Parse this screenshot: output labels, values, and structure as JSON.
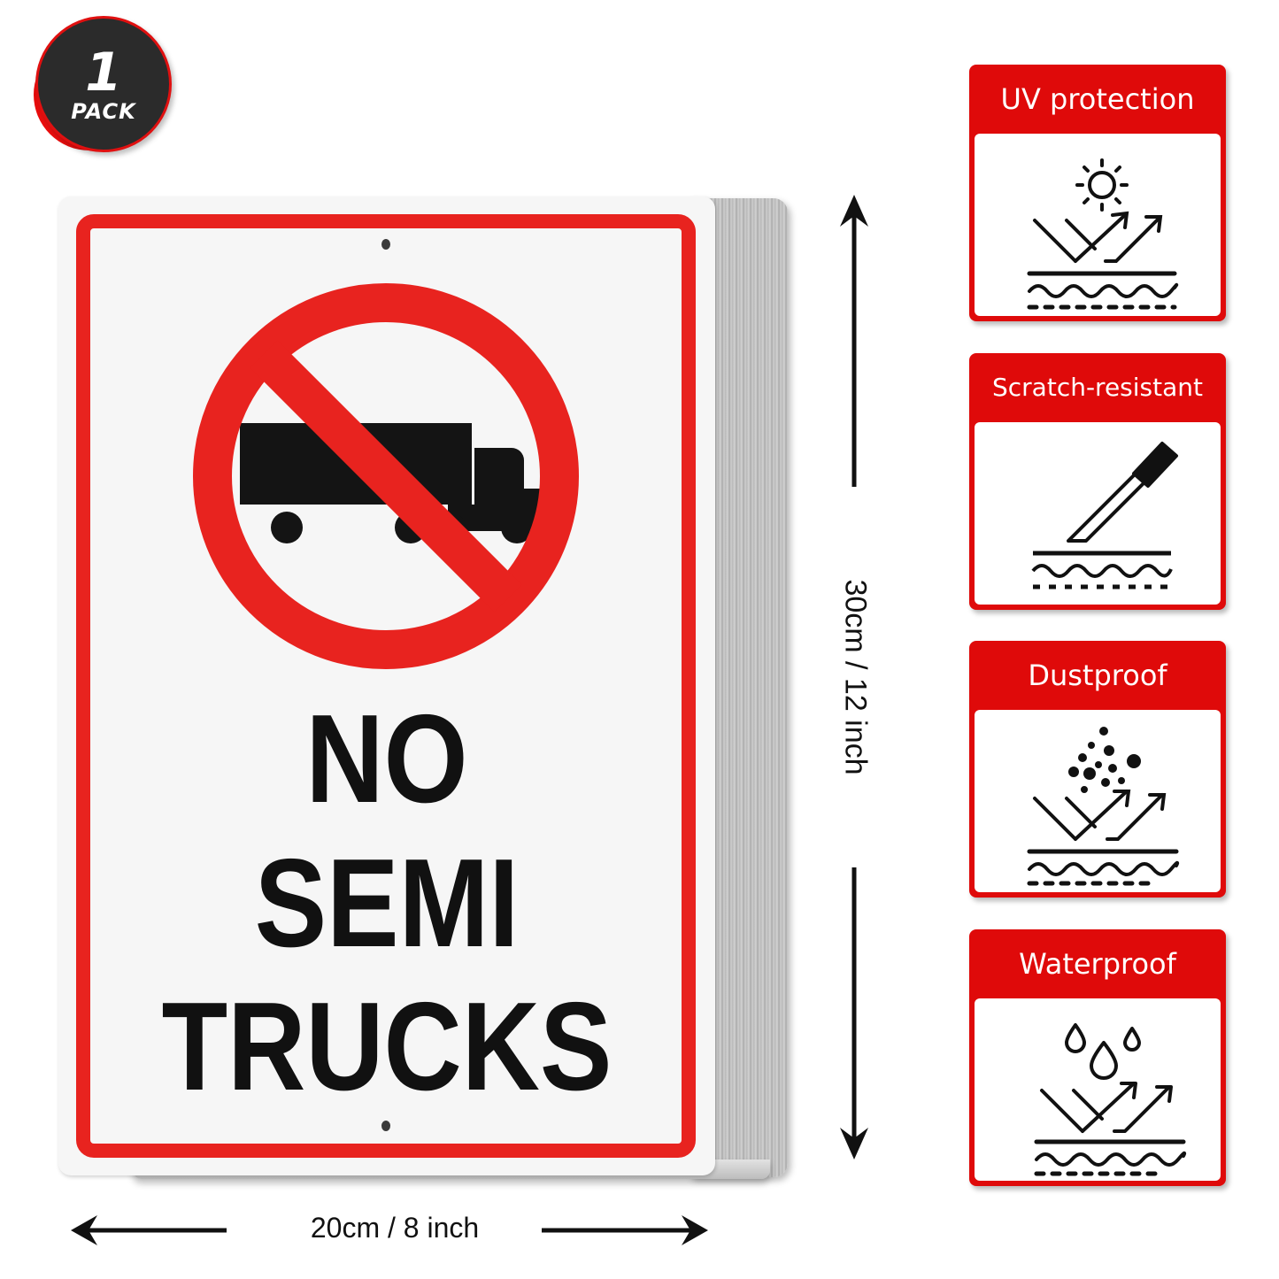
{
  "badge": {
    "number": "1",
    "label": "PACK"
  },
  "sign": {
    "lines": [
      "NO",
      "SEMI",
      "TRUCKS"
    ],
    "symbol": "no-truck-prohibition-icon",
    "colors": {
      "border": "#e8231f",
      "text": "#111111",
      "background": "#f6f6f6"
    }
  },
  "dimensions": {
    "width_label": "20cm / 8 inch",
    "height_label": "30cm / 12 inch"
  },
  "features": [
    {
      "title": "UV protection",
      "icon": "sun-reflection-icon"
    },
    {
      "title": "Scratch-resistant",
      "icon": "scalpel-scratch-icon"
    },
    {
      "title": "Dustproof",
      "icon": "dust-particles-icon"
    },
    {
      "title": "Waterproof",
      "icon": "water-drops-icon"
    }
  ],
  "colors": {
    "accent": "#df0a0a",
    "badge_dark": "#2b2b2b"
  }
}
